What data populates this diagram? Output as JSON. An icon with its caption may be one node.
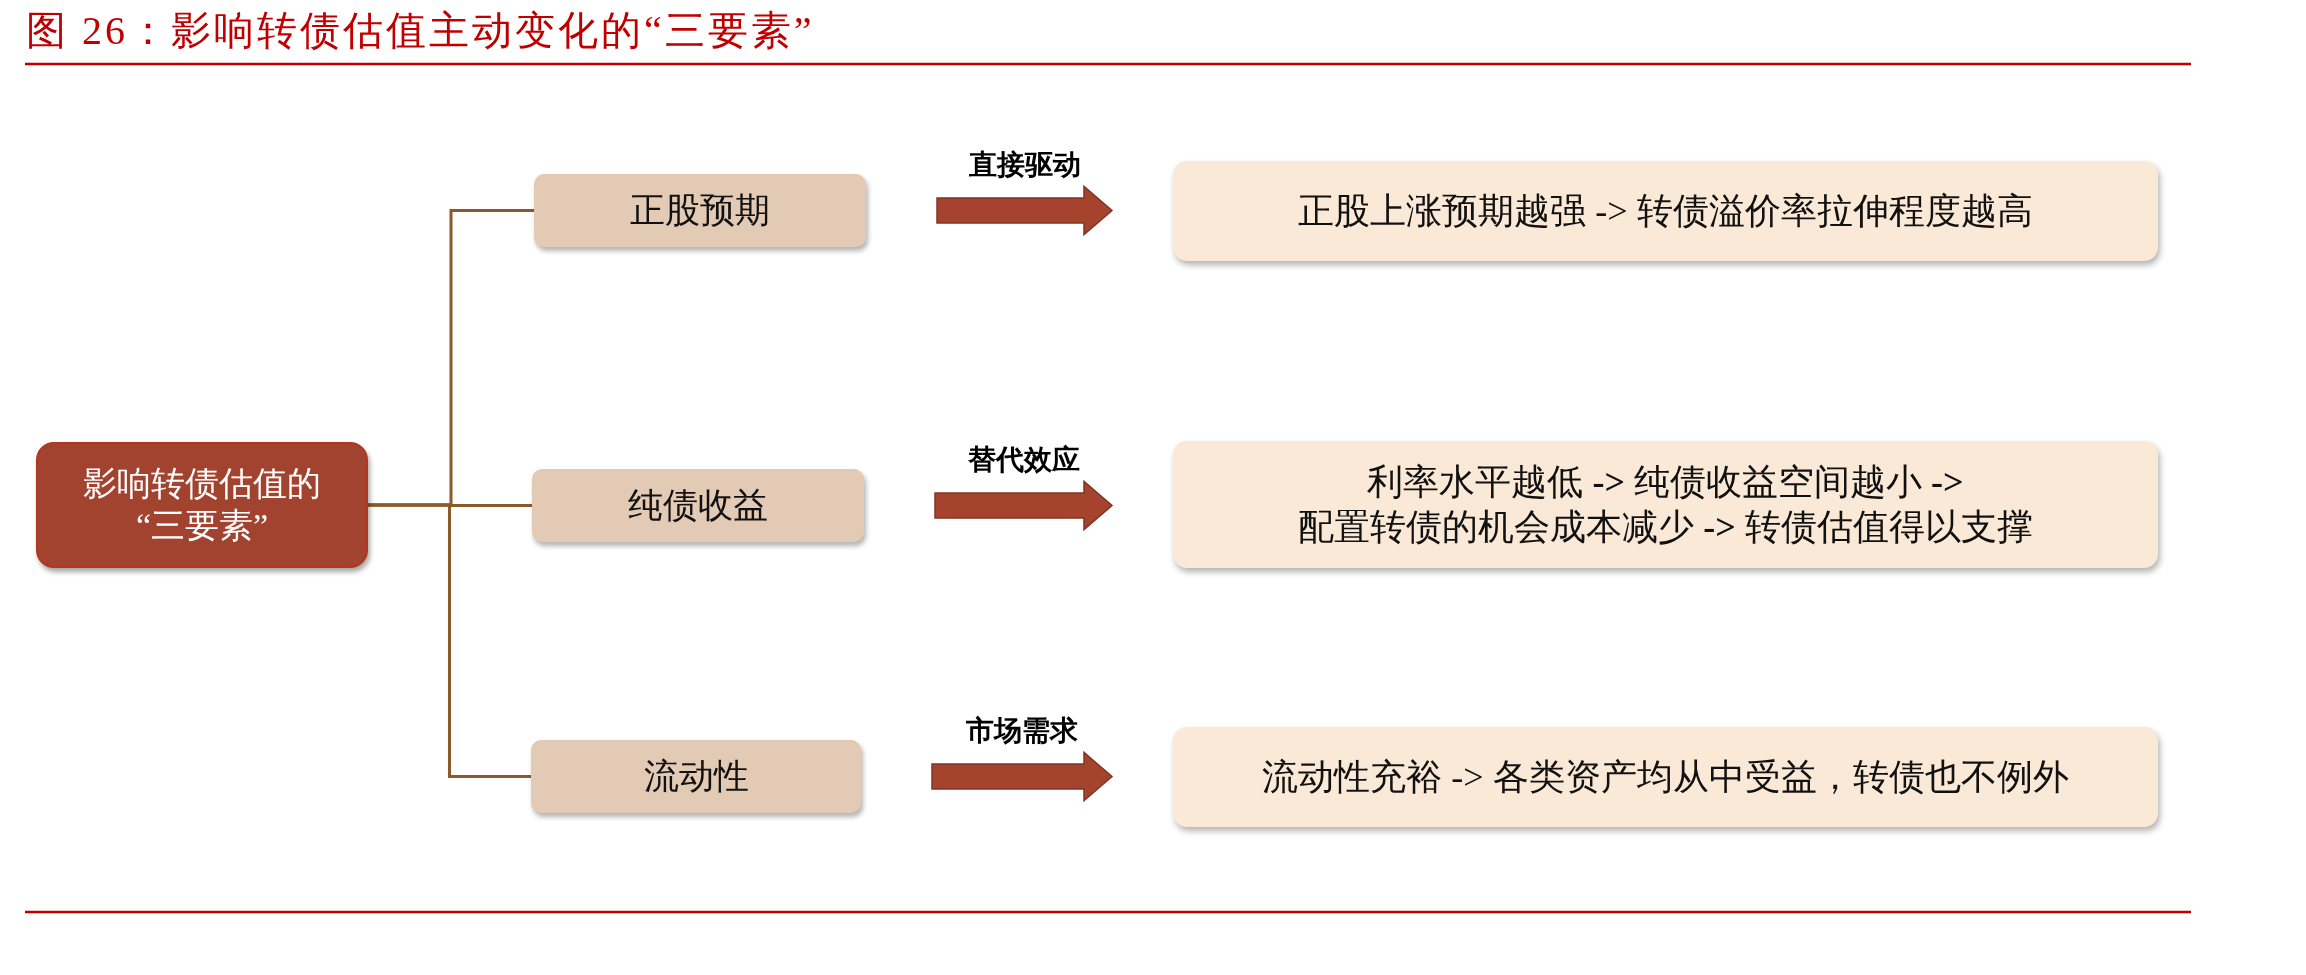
{
  "diagram": {
    "title": "图 26：影响转债估值主动变化的“三要素”",
    "nodes": [
      {
        "text": [
          "影响转债估值的“三要素”"
        ]
      },
      {
        "text": [
          "正股预期"
        ]
      },
      {
        "text": [
          "纯债收益"
        ]
      },
      {
        "text": [
          "流动性"
        ]
      },
      {
        "text": [
          "正股上涨预期越强 -> 转债溢价率拉伸程度越高"
        ]
      },
      {
        "text": [
          "利率水平越低 **->** 纯债收益空间越小 **->** 配置转债的机会成本减少 **->** 转债估值得以支撑"
        ]
      },
      {
        "text": [
          "流动性充裕 -> 各类资产均从中受益，转债也不例外"
        ]
      }
    ],
    "edges": [
      {
        "from": 0,
        "to": 1,
        "arrow": "none"
      },
      {
        "from": 0,
        "to": 2,
        "arrow": "none"
      },
      {
        "from": 0,
        "to": 3,
        "arrow": "none"
      },
      {
        "from": 1,
        "to": 4,
        "arrow": "to",
        "label": "直接驱动",
        "style": "thick",
        "color": "#a5432f"
      },
      {
        "from": 2,
        "to": 5,
        "arrow": "to",
        "label": "替代效应",
        "style": "thick",
        "color": "#a5432f"
      },
      {
        "from": 3,
        "to": 6,
        "arrow": "to",
        "label": "市场需求",
        "style": "thick",
        "color": "#a5432f"
      }
    ]
  }
}
